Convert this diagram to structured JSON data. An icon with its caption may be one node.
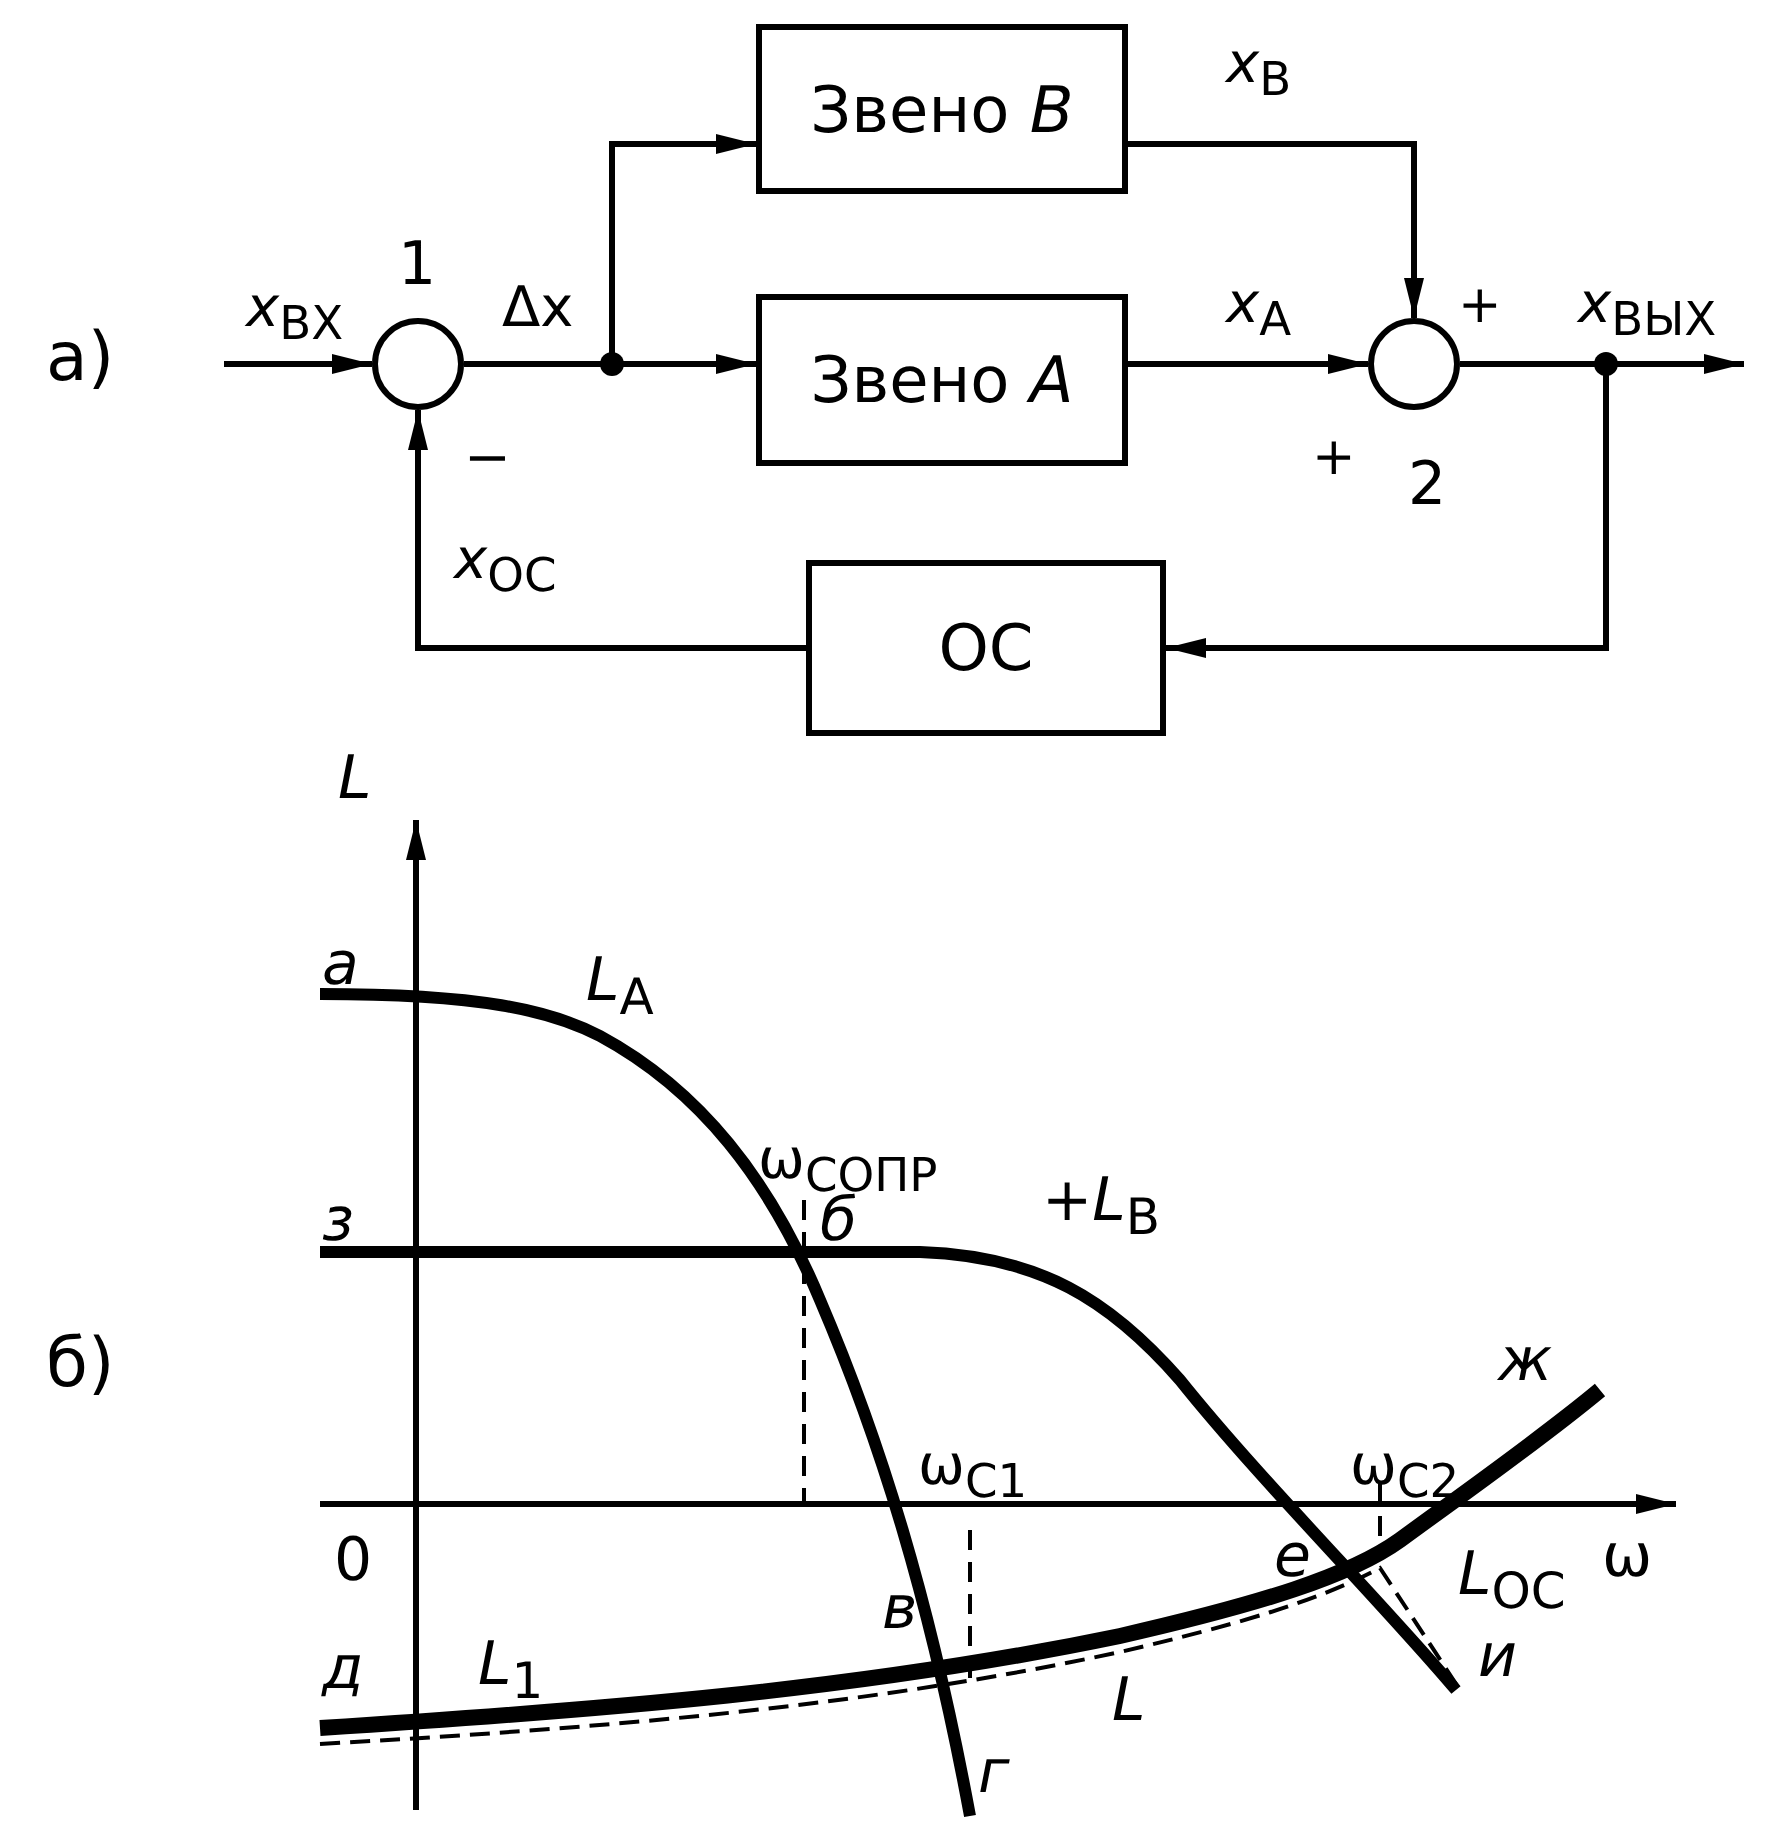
{
  "diagram": {
    "nodes": [
      {
        "text": [],
        "shape": "circle",
        "beside": [
          "1"
        ]
      },
      {
        "text": [
          "Звено *B*"
        ]
      },
      {
        "text": [
          "Звено *A*"
        ]
      },
      {
        "text": [],
        "shape": "circle",
        "beside": [
          "2"
        ]
      },
      {
        "text": [
          "ОС"
        ]
      }
    ],
    "edges": [
      {
        "from": null,
        "to": 0,
        "arrow": "to",
        "label": "*x*$_{ВХ}$"
      },
      {
        "from": 0,
        "to": 1,
        "arrow": "to",
        "label": "Δx"
      },
      {
        "from": 0,
        "to": 2,
        "arrow": "to"
      },
      {
        "from": 1,
        "to": 3,
        "arrow": "to",
        "label": "*x*$_{B}$"
      },
      {
        "from": 2,
        "to": 3,
        "arrow": "to",
        "label": "*x*$_{A}$"
      },
      {
        "from": 3,
        "to": null,
        "arrow": "to",
        "label": "*x*$_{ВЫХ}$"
      },
      {
        "from": 3,
        "to": 4,
        "arrow": "to"
      },
      {
        "from": 4,
        "to": 0,
        "arrow": "to",
        "label": "*x*$_{ОС}$"
      }
    ],
    "labels": [
      "а)",
      "−",
      "+",
      "+",
      "L",
      "а",
      "*L*$_{A}$",
      "ω$_{СОПР}$",
      "з",
      "б",
      "+*L*$_{B}$",
      "б)",
      "ж",
      "ω$_{С1}$",
      "ω$_{С2}$",
      "0",
      "*L*$_{ОС}$",
      "ω",
      "д",
      "*L*$_{1}$",
      "в",
      "е",
      "и",
      "*L*",
      "г"
    ]
  }
}
